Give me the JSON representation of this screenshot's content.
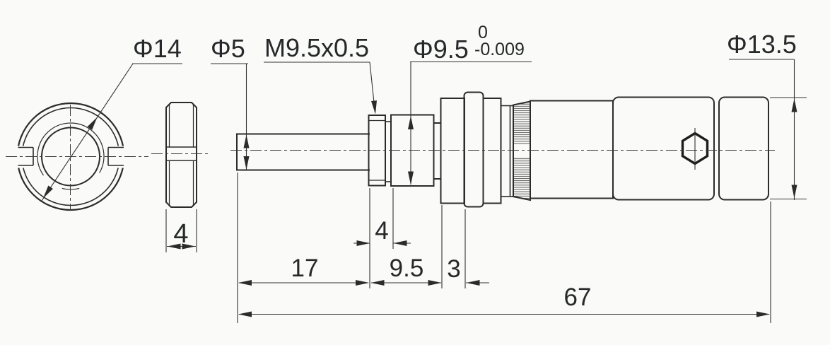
{
  "drawing": {
    "type": "mechanical part drawing - micrometer head adjustment screw",
    "labels": {
      "phi14": "Φ14",
      "phi5": "Φ5",
      "thread": "M9.5x0.5",
      "phi95": "Φ9.5",
      "phi95_tol_upper": "0",
      "phi95_tol_lower": "-0.009",
      "phi135": "Φ13.5"
    },
    "dimensions": {
      "nut_thickness": "4",
      "thread_length": "4",
      "shaft_length": "17",
      "section_length": "9.5",
      "collar_width": "3",
      "overall_length": "67"
    },
    "colors": {
      "line": "#2b2b2b",
      "background": "#fafaf8"
    }
  }
}
